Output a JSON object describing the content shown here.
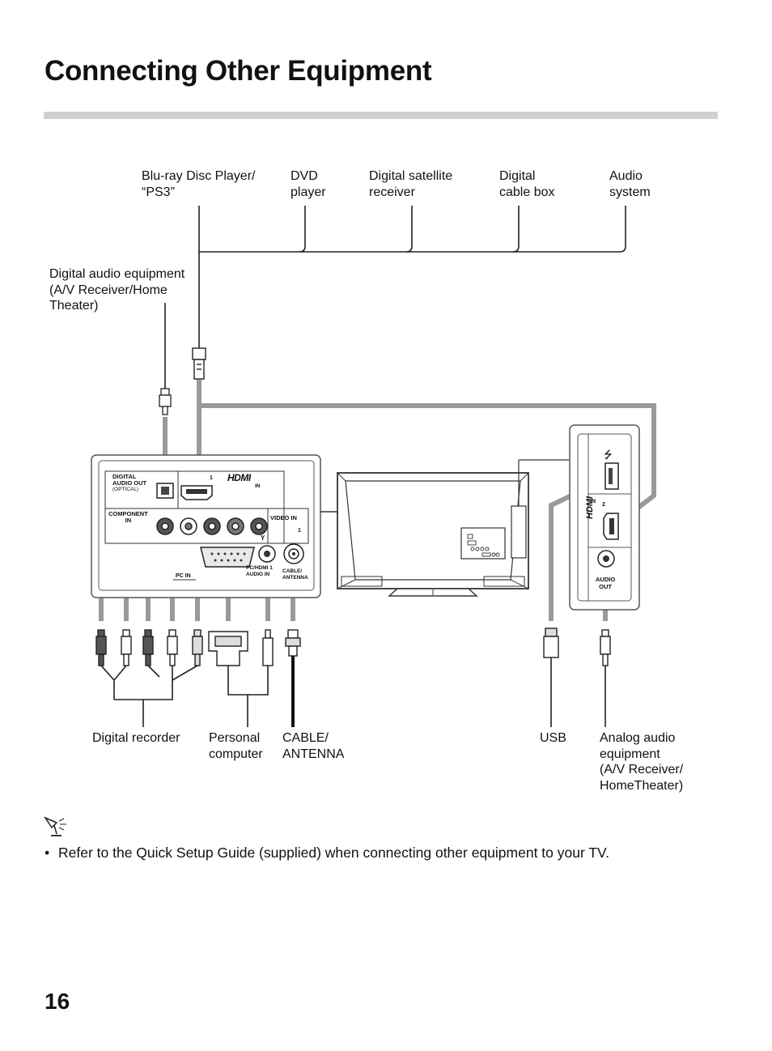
{
  "page": {
    "title": "Connecting Other Equipment",
    "page_number": "16"
  },
  "labels": {
    "bluray": "Blu-ray Disc Player/\n“PS3”",
    "dvd": "DVD\nplayer",
    "satellite": "Digital satellite\nreceiver",
    "cablebox": "Digital\ncable box",
    "audio_system": "Audio\nsystem",
    "digital_audio": "Digital audio equipment\n(A/V Receiver/Home\nTheater)",
    "digital_recorder": "Digital recorder",
    "personal_computer": "Personal\ncomputer",
    "cable_antenna": "CABLE/\nANTENNA",
    "usb": "USB",
    "analog_audio": "Analog audio\nequipment\n(A/V Receiver/\nHomeTheater)"
  },
  "panel_text": {
    "digital_audio_out": "DIGITAL",
    "digital_audio_out2": "AUDIO OUT",
    "optical": "(OPTICAL)",
    "hdmi_num": "1",
    "hdmi_logo": "HDMI",
    "hdmi_in": "IN",
    "component": "COMPONENT",
    "component_in": "IN",
    "video_in": "VIDEO IN",
    "video_num": "1",
    "y": "Y",
    "pc_in": "PC IN",
    "pc_audio": "PC/HDMI 1",
    "pc_audio2": "AUDIO IN",
    "cable": "CABLE/",
    "antenna": "ANTENNA",
    "audio_out": "AUDIO",
    "audio_out2": "OUT",
    "side_hdmi_num": "2",
    "side_in": "IN"
  },
  "note": {
    "bullet": "•",
    "text": "Refer to the Quick Setup Guide (supplied) when connecting other equipment to your TV."
  },
  "icons": {
    "tip": "tip-lamp-icon",
    "usb": "usb-icon"
  },
  "colors": {
    "cable_gray": "#9a9a9a",
    "rule_gray": "#cfcfcf",
    "panel_border": "#555555"
  }
}
